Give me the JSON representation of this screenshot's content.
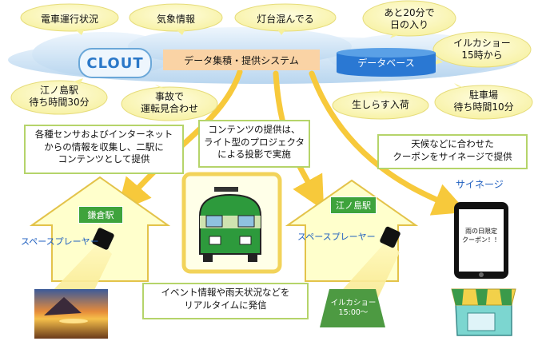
{
  "clout_logo_text": "CLOUT",
  "system": {
    "data_system_label": "データ集積・提供システム",
    "database_label": "データベース"
  },
  "bubbles": {
    "train_status": "電車運行状況",
    "weather": "気象情報",
    "lighthouse": "灯台混んでる",
    "sunset": "あと20分で\n日の入り",
    "dolphin_show": "イルカショー\n15時から",
    "enoshima_wait": "江ノ島駅\n待ち時間30分",
    "accident": "事故で\n運転見合わせ",
    "shirasu": "生しらす入荷",
    "parking": "駐車場\n待ち時間10分"
  },
  "callouts": {
    "sensors": "各種センサおよびインターネット\nからの情報を収集し、二駅に\nコンテンツとして提供",
    "content": "コンテンツの提供は、\nライト型のプロジェクタ\nによる投影で実施",
    "coupon": "天候などに合わせた\nクーポンをサイネージで提供",
    "event": "イベント情報や雨天状況などを\nリアルタイムに発信"
  },
  "stations": {
    "kamakura": "鎌倉駅",
    "enoshima": "江ノ島駅",
    "space_player_1": "スペースプレーヤー",
    "space_player_2": "スペースプレーヤー"
  },
  "signage": {
    "label": "サイネージ",
    "screen_text": "雨の日限定\nクーポン！！"
  },
  "projection": {
    "text": "イルカショー\n15:00〜"
  },
  "colors": {
    "bubble_fill": "#fbf8b4",
    "cloud_fill": "#d4e7f7",
    "system_box": "#fad3a5",
    "database": "#2a78d3",
    "arrow": "#f7c93b",
    "house_fill": "#ffffcc",
    "station_tag": "#3ea33c",
    "callout_border": "#b5d46a"
  }
}
